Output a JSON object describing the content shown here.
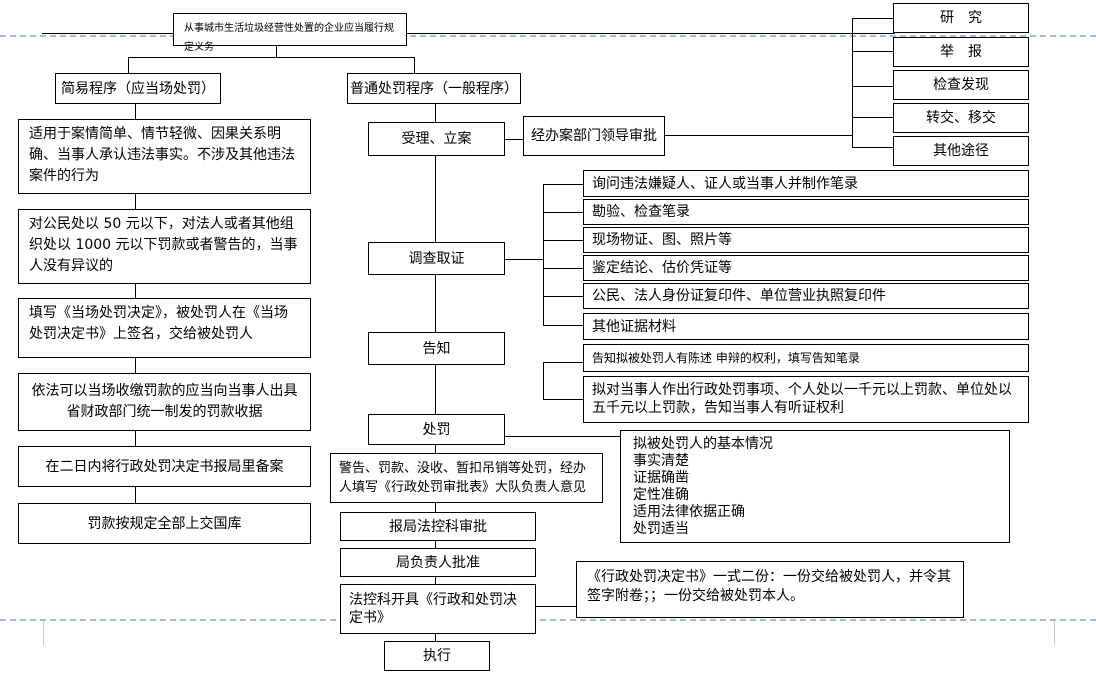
{
  "top": {
    "title": "从事城市生活垃圾经营性处置的企业应当履行规定义务"
  },
  "sources": {
    "items": [
      "研　究",
      "举　报",
      "检查发现",
      "转交、移交",
      "其他途径"
    ]
  },
  "simple": {
    "header": "简易程序（应当场处罚）",
    "steps": [
      "适用于案情简单、情节轻微、因果关系明确、当事人承认违法事实。不涉及其他违法案件的行为",
      "对公民处以 50 元以下，对法人或者其他组织处以 1000 元以下罚款或者警告的，当事人没有异议的",
      "填写《当场处罚决定》，被处罚人在《当场处罚决定书》上签名，交给被处罚人",
      "依法可以当场收缴罚款的应当向当事人出具省财政部门统一制发的罚款收据",
      "在二日内将行政处罚决定书报局里备案",
      "罚款按规定全部上交国库"
    ]
  },
  "general": {
    "header": "普通处罚程序（一般程序）",
    "accept": "受理、立案",
    "approval": "经办案部门领导审批",
    "investigate": "调查取证",
    "evidence": [
      "询问违法嫌疑人、证人或当事人并制作笔录",
      "勘验、检查笔录",
      "现场物证、图、照片等",
      "鉴定结论、估价凭证等",
      "公民、法人身份证复印件、单位营业执照复印件",
      "其他证据材料"
    ],
    "notify": "告知",
    "notify_items": [
      "告知拟被处罚人有陈述 申辩的权利，填写告知笔录",
      "拟对当事人作出行政处罚事项、个人处以一千元以上罚款、单位处以五千元以上罚款，告知当事人有听证权利"
    ],
    "punish": "处罚",
    "punish_details": [
      "拟被处罚人的基本情况",
      "事实清楚",
      "证据确凿",
      "定性准确",
      "适用法律依据正确",
      "处罚适当"
    ],
    "punish_note": "警告、罚款、没收、暂扣吊销等处罚，经办人填写《行政处罚审批表》大队负责人意见",
    "legal_review": "报局法控科审批",
    "chief_approve": "局负责人批准",
    "issue_decision": "法控科开具《行政和处罚决定书》",
    "decision_note": "《行政处罚决定书》一式二份：一份交给被处罚人，并令其签字附卷；；一份交给被处罚本人。",
    "execute": "执行"
  }
}
